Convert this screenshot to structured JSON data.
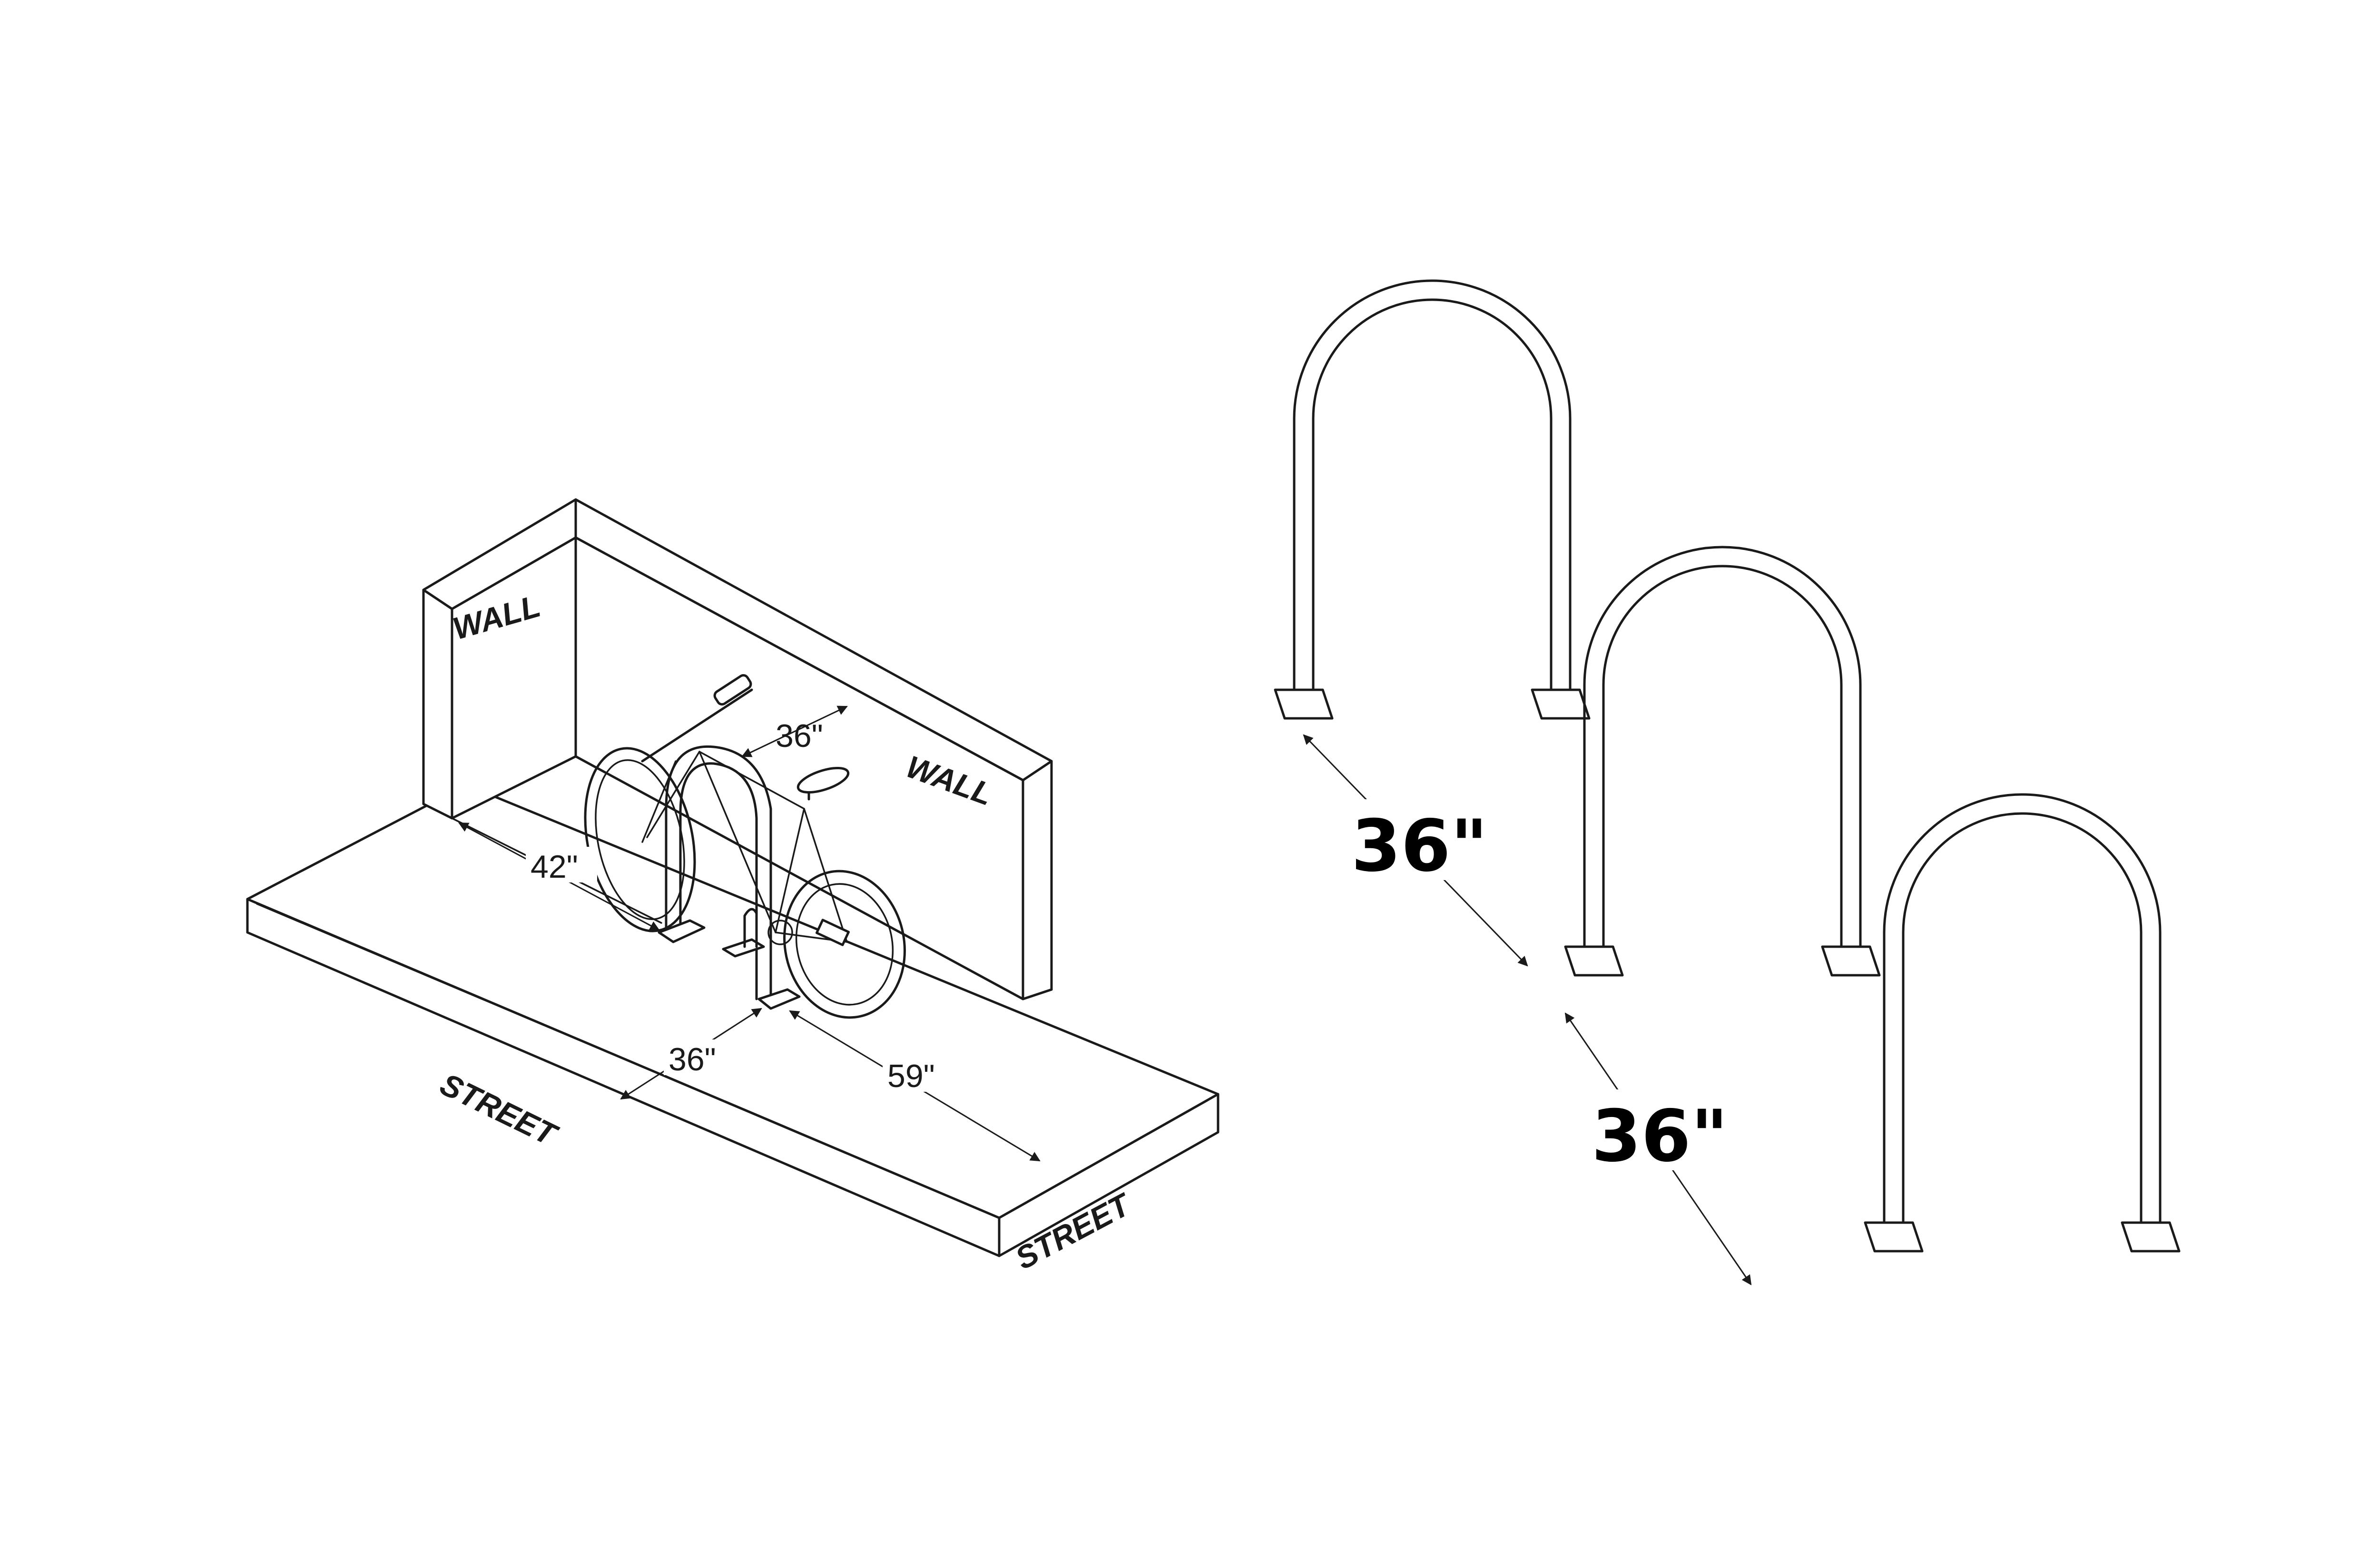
{
  "left_diagram": {
    "wall_left_label": "WALL",
    "wall_right_label": "WALL",
    "street_front_label": "STREET",
    "street_side_label": "STREET",
    "dim_depth": "36\"",
    "dim_wall_clearance": "42\"",
    "dim_curb_clearance": "36\"",
    "dim_side_clearance": "59\""
  },
  "right_diagram": {
    "dim_spacing_1": "36\"",
    "dim_spacing_2": "36\""
  }
}
